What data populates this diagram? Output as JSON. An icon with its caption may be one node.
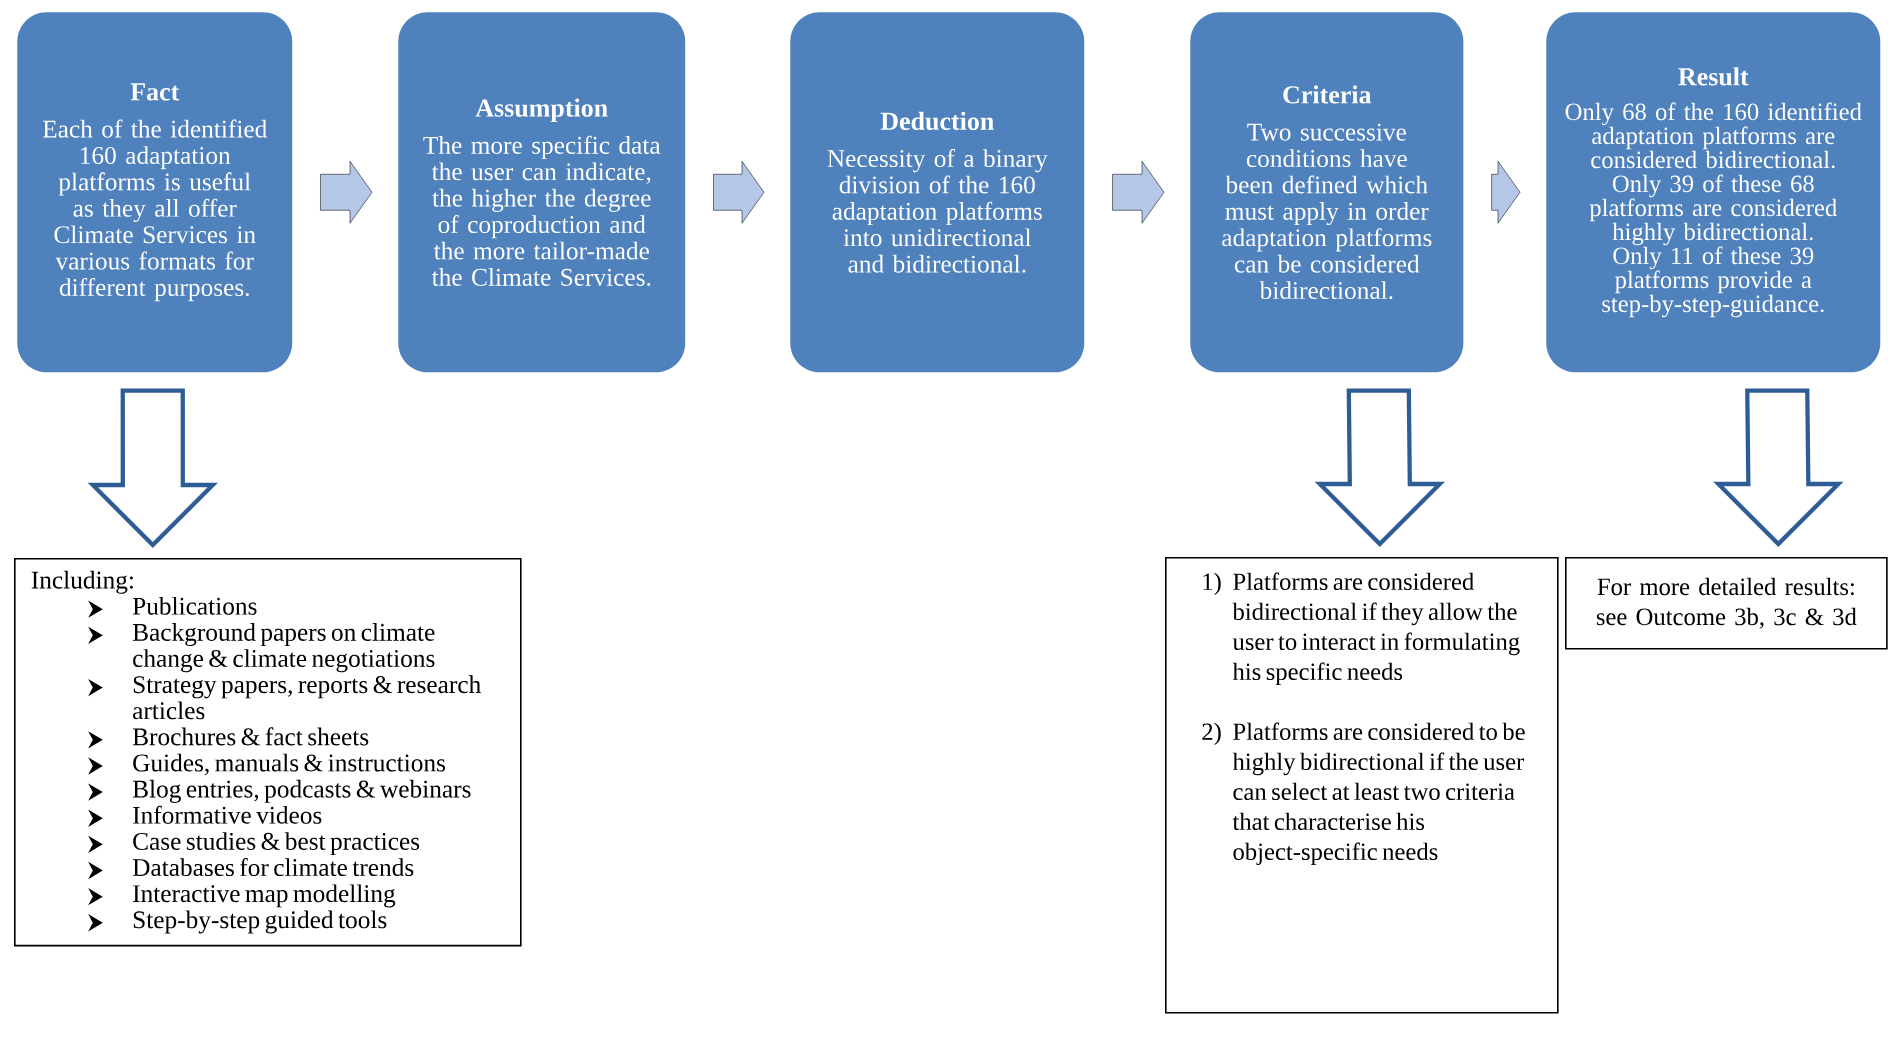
{
  "diagram": {
    "nodes": [
      {
        "text": [
          "Fact",
          "Each of the identified 160 adaptation platforms is useful as they all offer Climate Services in various formats for different purposes."
        ]
      },
      {
        "text": [
          "Assumption",
          "The more specific data the user can indicate, the higher the degree of coproduction and the more tailor-made the Climate Services."
        ]
      },
      {
        "text": [
          "Deduction",
          "Necessity of a binary division of the 160 adaptation platforms into unidirectional and bidirectional."
        ]
      },
      {
        "text": [
          "Criteria",
          "Two successive conditions have been defined which must apply in order adaptation platforms can be considered bidirectional."
        ]
      },
      {
        "text": [
          "Result",
          "Only 68 of the 160 identified adaptation platforms are considered bidirectional.",
          "Only 39 of these 68 platforms are considered highly bidirectional.",
          "Only 11 of these 39 platforms provide a step-by-step-guidance."
        ]
      },
      {
        "text": [
          "Including:",
          "Publications",
          "Background papers on climate change & climate negotiations",
          "Strategy papers, reports & research articles",
          "Brochures & fact sheets",
          "Guides, manuals & instructions",
          "Blog entries, podcasts & webinars",
          "Informative videos",
          "Case studies & best practices",
          "Databases for climate trends",
          "Interactive map modelling",
          "Step-by-step guided tools"
        ]
      },
      {
        "text": [
          "1)",
          "Platforms are considered bidirectional if they allow the user to interact in formulating his specific needs",
          "2)",
          "Platforms are considered to be highly bidirectional if the user can select at least two criteria that characterise his object-specific needs"
        ]
      },
      {
        "text": [
          "For more detailed results: see Outcome 3b, 3c & 3d"
        ]
      }
    ],
    "edges": [
      {
        "from": 0,
        "to": 1,
        "arrow": "to"
      },
      {
        "from": 1,
        "to": 2,
        "arrow": "to"
      },
      {
        "from": 2,
        "to": 3,
        "arrow": "to"
      },
      {
        "from": 3,
        "to": 4,
        "arrow": "to"
      },
      {
        "from": 0,
        "to": 5,
        "arrow": "to",
        "color": "#2e5d95"
      },
      {
        "from": 3,
        "to": 6,
        "arrow": "to",
        "color": "#2e5d95"
      },
      {
        "from": 4,
        "to": 7,
        "arrow": "to",
        "color": "#2e5d95"
      }
    ]
  }
}
